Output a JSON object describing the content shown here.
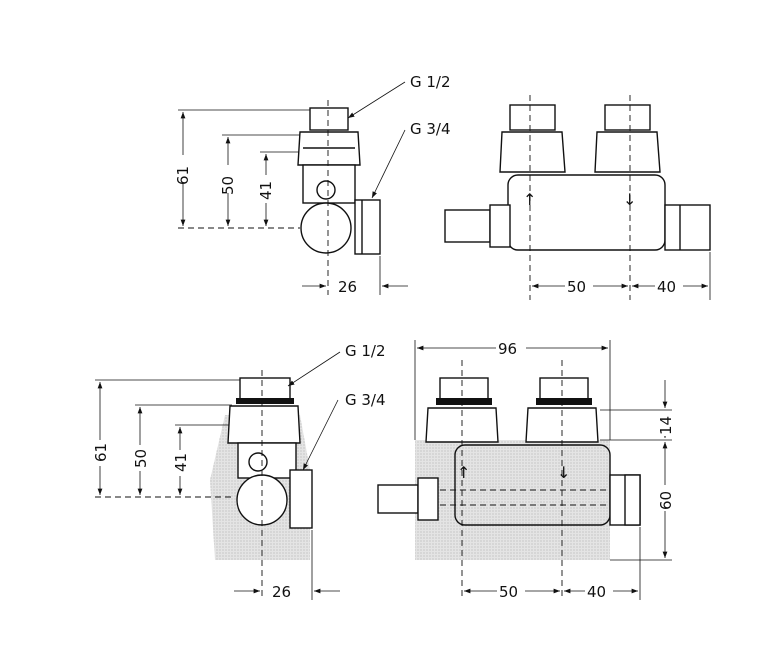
{
  "top_side_view": {
    "thread_top": "G 1/2",
    "thread_side": "G 3/4",
    "dim_height_total": "61",
    "dim_height_mid": "50",
    "dim_height_low": "41",
    "dim_width": "26"
  },
  "top_front_view": {
    "dim_spacing": "50",
    "dim_offset": "40"
  },
  "bottom_side_view": {
    "thread_top": "G 1/2",
    "thread_side": "G 3/4",
    "dim_height_total": "61",
    "dim_height_mid": "50",
    "dim_height_low": "41",
    "dim_width": "26"
  },
  "bottom_front_view": {
    "dim_overall_width": "96",
    "dim_nut_height": "14",
    "dim_box_height": "60",
    "dim_spacing": "50",
    "dim_offset": "40"
  }
}
